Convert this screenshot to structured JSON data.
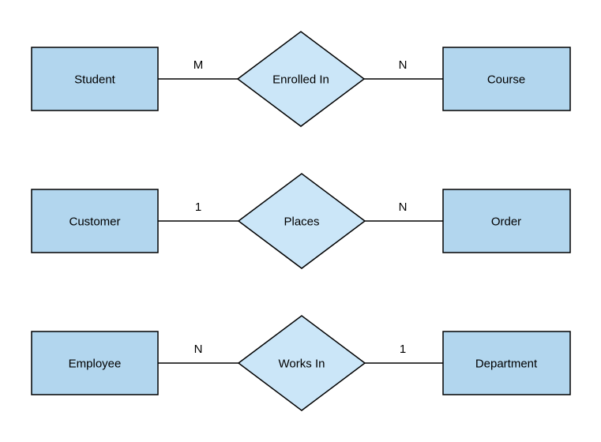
{
  "diagram": {
    "type": "entity-relationship-diagram",
    "colors": {
      "entity_fill": "#b2d6ee",
      "relationship_fill": "#cbe6f8",
      "shape_stroke": "#000000",
      "line_color": "#000000",
      "text_color": "#000000",
      "background": "#ffffff"
    },
    "rows": [
      {
        "left_entity": "Student",
        "left_cardinality": "M",
        "relationship": "Enrolled In",
        "right_cardinality": "N",
        "right_entity": "Course"
      },
      {
        "left_entity": "Customer",
        "left_cardinality": "1",
        "relationship": "Places",
        "right_cardinality": "N",
        "right_entity": "Order"
      },
      {
        "left_entity": "Employee",
        "left_cardinality": "N",
        "relationship": "Works In",
        "right_cardinality": "1",
        "right_entity": "Department"
      }
    ]
  }
}
